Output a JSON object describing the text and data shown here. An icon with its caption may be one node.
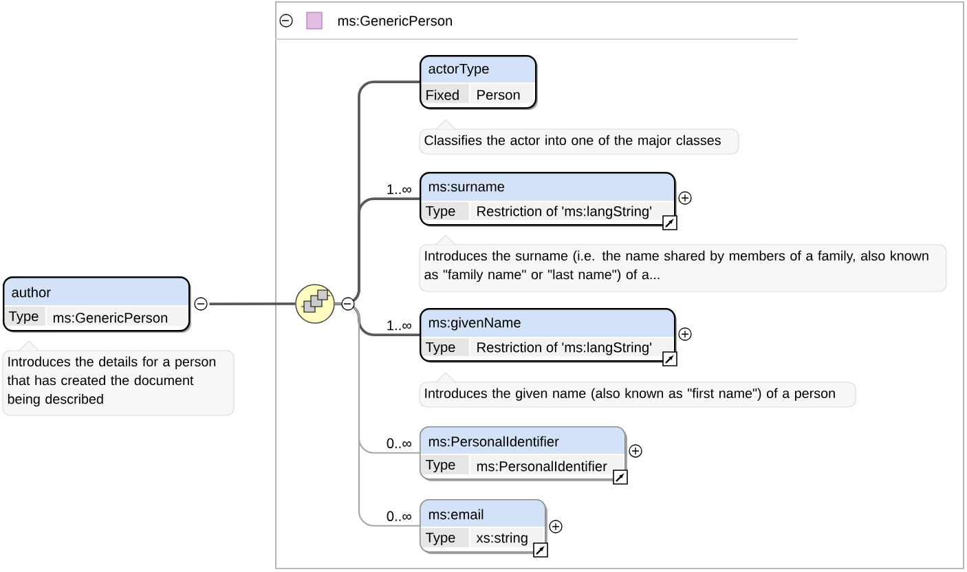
{
  "diagram": {
    "nodes": [
      {
        "text": [
          "ms:GenericPerson"
        ]
      },
      {
        "text": [
          "author",
          "Type",
          "ms:GenericPerson"
        ],
        "beside": [
          "Introduces the details for a person that has created the document being described"
        ]
      },
      {
        "text": [],
        "shape": "circle",
        "in": 0
      },
      {
        "text": [
          "actorType",
          "Fixed",
          "Person"
        ],
        "in": 0,
        "beside": [
          "Classifies the actor into one of the major classes"
        ]
      },
      {
        "text": [
          "ms:surname",
          "Type",
          "Restriction of 'ms:langString'"
        ],
        "in": 0,
        "beside": [
          "Introduces the surname (i.e. the name shared by members of a family, also known as \"family name\" or \"last name\") of a..."
        ]
      },
      {
        "text": [
          "ms:givenName",
          "Type",
          "Restriction of 'ms:langString'"
        ],
        "in": 0,
        "beside": [
          "Introduces the given name (also known as \"first name\") of a person"
        ]
      },
      {
        "text": [
          "ms:PersonalIdentifier",
          "Type",
          "ms:PersonalIdentifier"
        ],
        "in": 0
      },
      {
        "text": [
          "ms:email",
          "Type",
          "xs:string"
        ],
        "in": 0
      }
    ],
    "edges": [
      {
        "from": 1,
        "to": 2,
        "arrow": "none"
      },
      {
        "from": 2,
        "to": 3,
        "arrow": "none"
      },
      {
        "from": 2,
        "to": 4,
        "arrow": "none",
        "label": "1..∞"
      },
      {
        "from": 2,
        "to": 5,
        "arrow": "none",
        "label": "1..∞"
      },
      {
        "from": 2,
        "to": 6,
        "arrow": "none",
        "label": "0..∞",
        "color": "#a6a6a6"
      },
      {
        "from": 2,
        "to": 7,
        "arrow": "none",
        "label": "0..∞",
        "color": "#a6a6a6"
      }
    ]
  }
}
